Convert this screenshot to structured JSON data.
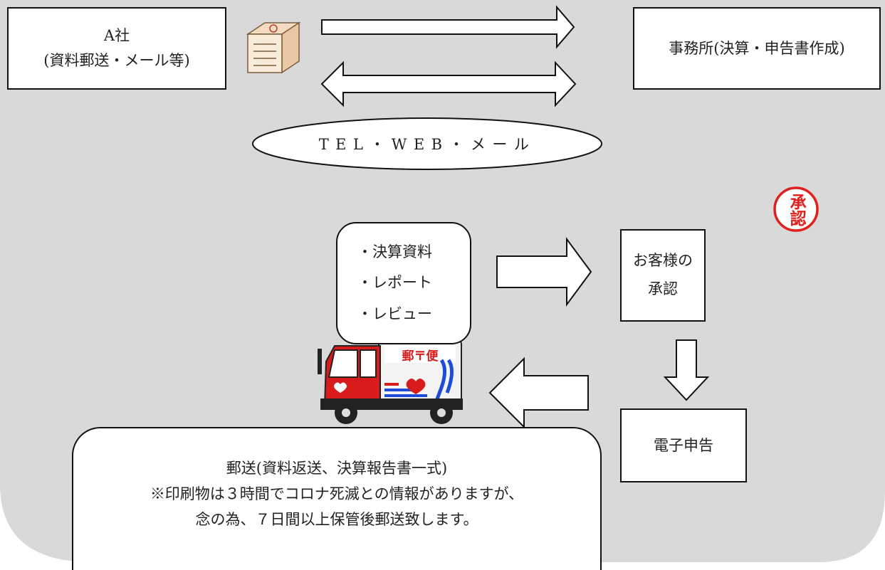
{
  "diagram": {
    "company_box": {
      "line1": "A社",
      "line2": "(資料郵送・メール等)"
    },
    "office_box": {
      "label": "事務所(決算・申告書作成)"
    },
    "contact_ellipse": {
      "label": "TEL・WEB・メール"
    },
    "documents_list": {
      "items": [
        "・決算資料",
        "・レポート",
        "・レビュー"
      ]
    },
    "approval_box": {
      "line1": "お客様の",
      "line2": "承認"
    },
    "efiling_box": {
      "label": "電子申告"
    },
    "mail_box": {
      "line1": "郵送(資料返送、決算報告書一式)",
      "line2": "※印刷物は３時間でコロナ死滅との情報がありますが、",
      "line3": "念の為、７日間以上保管後郵送致します。"
    },
    "stamp": {
      "text": "承認",
      "color": "#e0201c"
    },
    "truck": {
      "sign": "郵〒便",
      "color": "#d81c1c"
    },
    "background_color": "#d9d9d9"
  }
}
